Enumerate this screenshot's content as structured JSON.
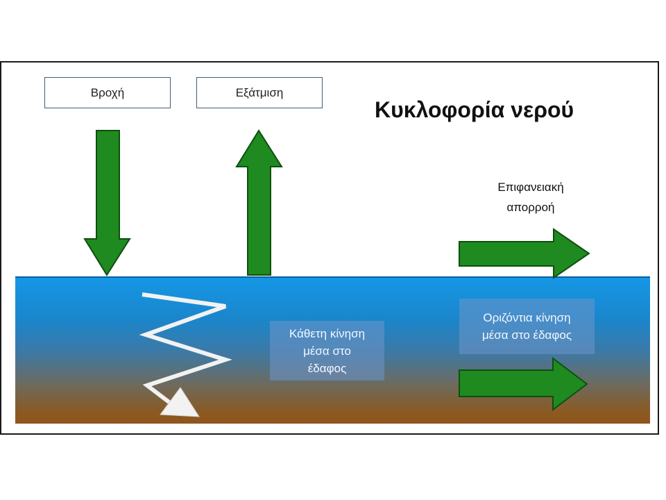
{
  "title": "Κυκλοφορία νερού",
  "labels": {
    "rain": "Βροχή",
    "evaporation": "Εξάτμιση",
    "surface_runoff": "Επιφανειακή\nαπορροή",
    "vertical_movement": "Κάθετη κίνηση\nμέσα στο\nέδαφος",
    "horizontal_movement": "Οριζόντια κίνηση\nμέσα στο έδαφος"
  },
  "colors": {
    "arrow_fill": "#1f8a1f",
    "arrow_stroke": "#0f4f0f",
    "soil_top": "#1597e6",
    "soil_bottom": "#8f561c",
    "zigzag": "#f2f2f2"
  },
  "icons": {
    "rain": "down-arrow-icon",
    "evaporation": "up-arrow-icon",
    "runoff": "right-arrow-icon",
    "infiltration": "zigzag-arrow-icon"
  }
}
